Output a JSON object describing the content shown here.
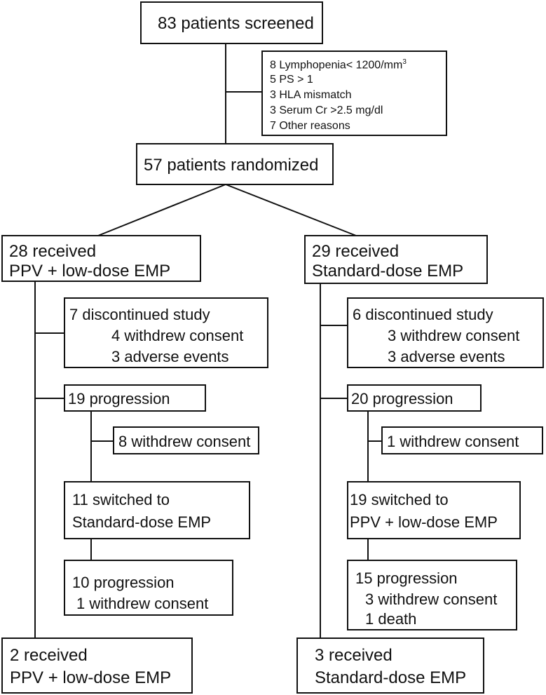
{
  "screening": {
    "screened": "83 patients screened",
    "exclusions": [
      "8 Lymphopenia< 1200/mm",
      "5 PS > 1",
      "3 HLA mismatch",
      "3 Serum Cr >2.5 mg/dl",
      "7 Other reasons"
    ],
    "exclusion_superscript": "3",
    "randomized": "57 patients randomized"
  },
  "left_arm": {
    "received": [
      "28 received",
      "PPV + low-dose EMP"
    ],
    "discontinued": [
      "7 discontinued study",
      "4 withdrew consent",
      "3 adverse events"
    ],
    "progression": "19 progression",
    "withdrew": "8 withdrew consent",
    "switched": [
      "11 switched to",
      "Standard-dose EMP"
    ],
    "second_progression": [
      "10 progression",
      "1 withdrew consent"
    ],
    "final": [
      "2 received",
      "PPV + low-dose EMP"
    ]
  },
  "right_arm": {
    "received": [
      "29 received",
      "Standard-dose EMP"
    ],
    "discontinued": [
      "6 discontinued study",
      "3 withdrew consent",
      "3 adverse events"
    ],
    "progression": "20 progression",
    "withdrew": "1 withdrew consent",
    "switched": [
      "19 switched  to",
      "PPV + low-dose EMP"
    ],
    "second_progression": [
      "15 progression",
      "3 withdrew consent",
      "1 death"
    ],
    "final": [
      "3 received",
      "Standard-dose EMP"
    ]
  }
}
